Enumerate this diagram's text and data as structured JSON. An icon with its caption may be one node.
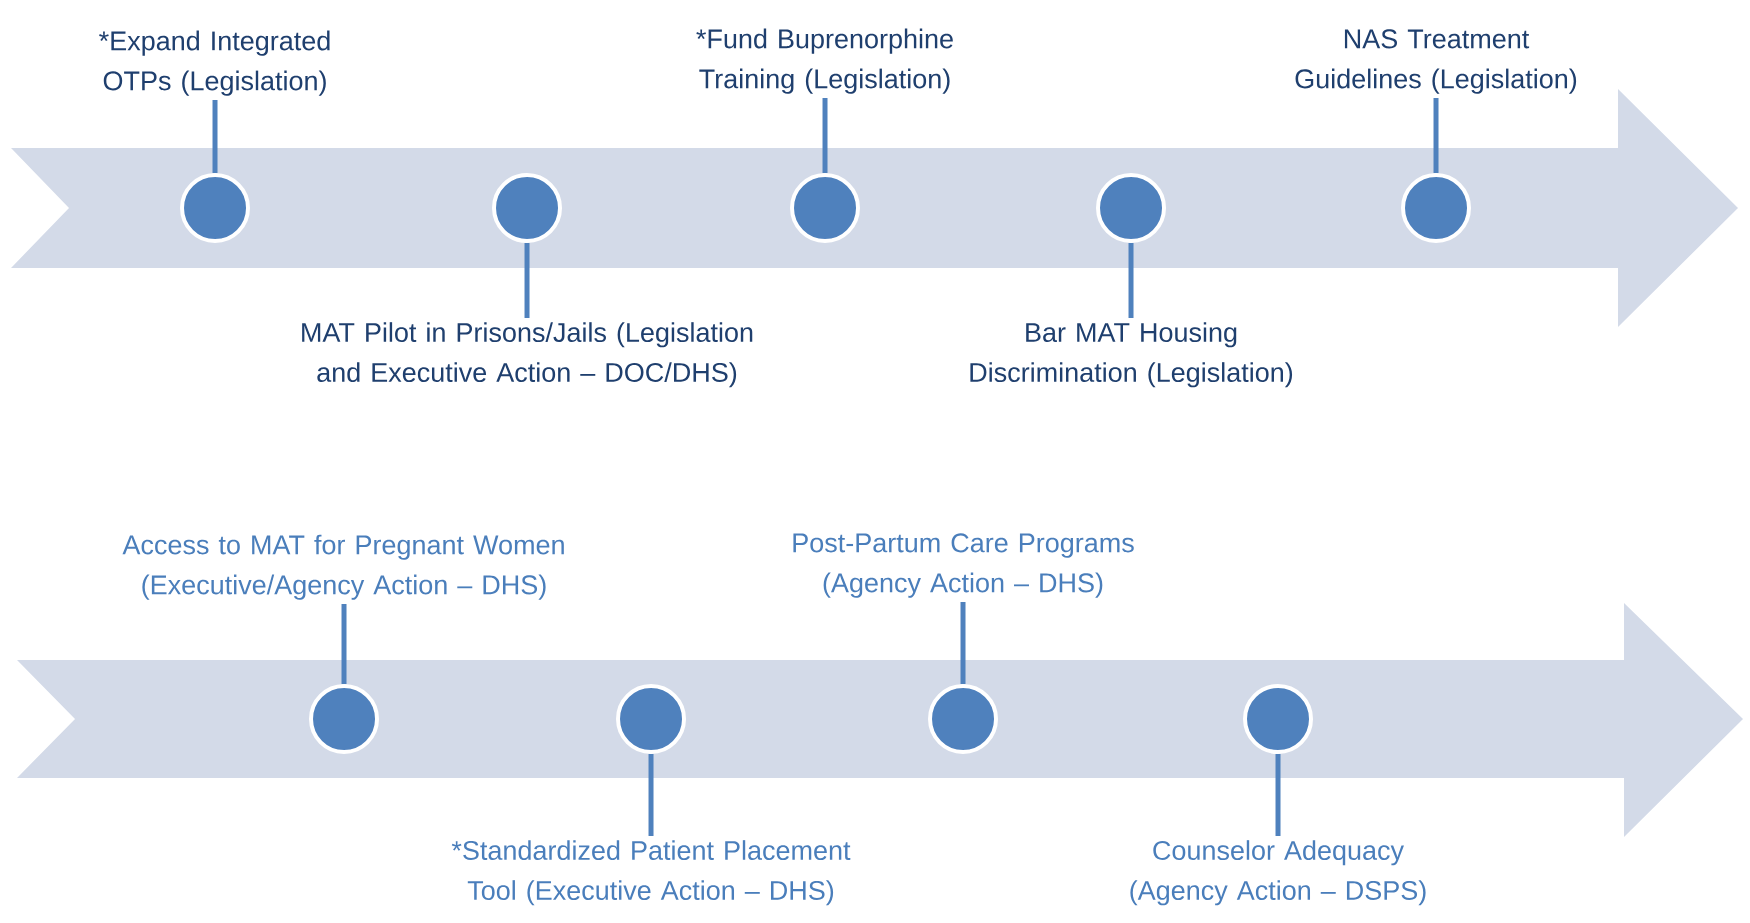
{
  "diagram": {
    "nodes": [
      {
        "text": [
          "*Expand Integrated OTPs (Legislation)"
        ]
      },
      {
        "text": [
          "*Fund Buprenorphine Training (Legislation)"
        ]
      },
      {
        "text": [
          "NAS Treatment Guidelines (Legislation)"
        ]
      },
      {
        "text": [],
        "shape": "arrow"
      },
      {
        "text": [],
        "shape": "circle",
        "in": 3
      },
      {
        "text": [],
        "shape": "circle",
        "in": 3
      },
      {
        "text": [],
        "shape": "circle",
        "in": 3
      },
      {
        "text": [],
        "shape": "circle",
        "in": 3
      },
      {
        "text": [],
        "shape": "circle",
        "in": 3
      },
      {
        "text": [
          "MAT Pilot in Prisons/Jails (Legislation and Executive Action – DOC/DHS)"
        ]
      },
      {
        "text": [
          "Bar MAT Housing Discrimination (Legislation)"
        ]
      },
      {
        "text": [
          "Access to MAT for Pregnant Women (Executive/Agency Action – DHS)"
        ]
      },
      {
        "text": [
          "Post-Partum Care Programs (Agency Action – DHS)"
        ]
      },
      {
        "text": [],
        "shape": "arrow"
      },
      {
        "text": [],
        "shape": "circle",
        "in": 13
      },
      {
        "text": [],
        "shape": "circle",
        "in": 13
      },
      {
        "text": [],
        "shape": "circle",
        "in": 13
      },
      {
        "text": [],
        "shape": "circle",
        "in": 13
      },
      {
        "text": [
          "*Standardized Patient Placement Tool (Executive Action – DHS)"
        ]
      },
      {
        "text": [
          "Counselor Adequacy (Agency Action – DSPS)"
        ]
      }
    ],
    "edges": [
      {
        "from": 0,
        "to": 4,
        "arrow": "none"
      },
      {
        "from": 1,
        "to": 6,
        "arrow": "none"
      },
      {
        "from": 2,
        "to": 8,
        "arrow": "none"
      },
      {
        "from": 9,
        "to": 5,
        "arrow": "none"
      },
      {
        "from": 10,
        "to": 7,
        "arrow": "none"
      },
      {
        "from": 11,
        "to": 14,
        "arrow": "none"
      },
      {
        "from": 12,
        "to": 16,
        "arrow": "none"
      },
      {
        "from": 18,
        "to": 15,
        "arrow": "none"
      },
      {
        "from": 19,
        "to": 17,
        "arrow": "none"
      }
    ]
  }
}
